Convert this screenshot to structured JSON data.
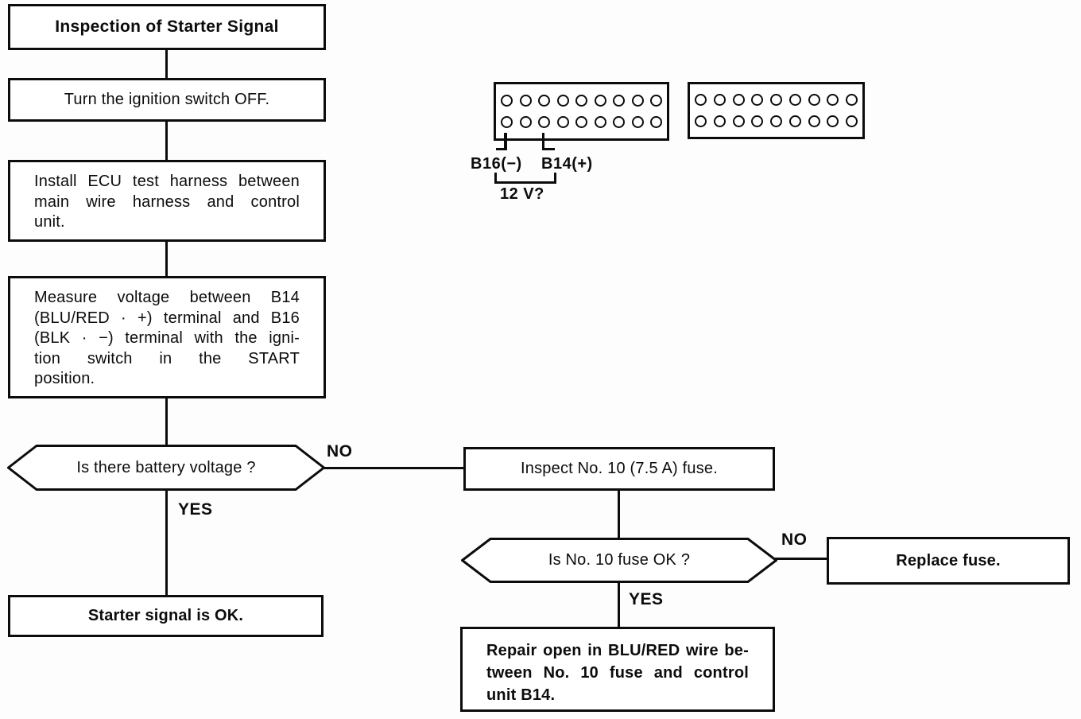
{
  "page": {
    "background": "#ffffff",
    "ink": "#0c0c0c"
  },
  "flowchart": {
    "title": "Inspection of Starter Signal",
    "steps": {
      "ignition_off": "Turn the ignition switch OFF.",
      "install_harness": "Install ECU test harness between\nmain wire harness and control\nunit.",
      "measure_voltage": "Measure voltage between B14\n(BLU/RED · +) terminal and B16\n(BLK · −) terminal with the igni-\ntion switch in the START\nposition."
    },
    "decisions": {
      "battery_voltage": {
        "question": "Is there battery voltage ?",
        "yes": "YES",
        "no": "NO"
      },
      "fuse_ok": {
        "question": "Is No. 10 fuse OK ?",
        "yes": "YES",
        "no": "NO"
      }
    },
    "outcomes": {
      "starter_ok": "Starter signal is OK.",
      "inspect_fuse": "Inspect No. 10 (7.5 A) fuse.",
      "replace_fuse": "Replace fuse.",
      "repair_wire": "Repair open in BLU/RED wire be-\ntween No. 10 fuse and control\nunit B14."
    }
  },
  "connector_diagram": {
    "connector_count": 2,
    "rows_per_connector": 2,
    "pins_per_row": 9,
    "terminal_negative": "B16(−)",
    "terminal_positive": "B14(+)",
    "measurement": "12 V?"
  }
}
